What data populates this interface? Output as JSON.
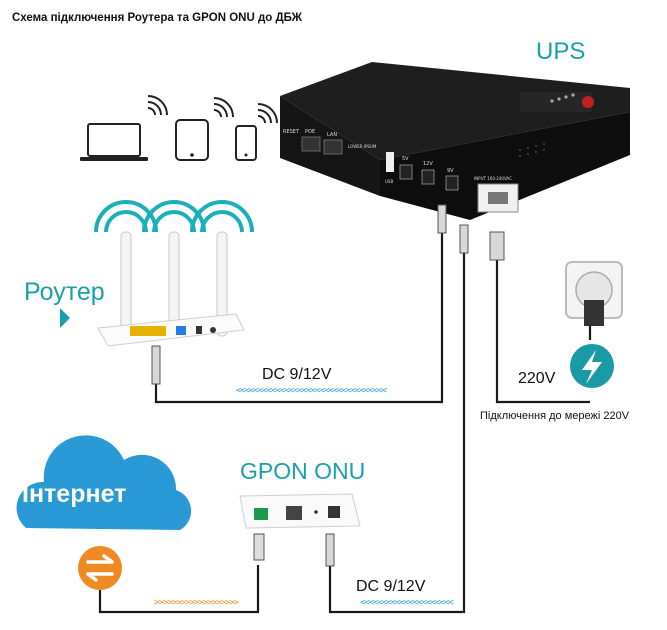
{
  "title": "Схема підключення Роутера та GPON ONU до ДБЖ",
  "ups": {
    "label": "UPS",
    "ports": {
      "reset": "RESET",
      "poe": "POE",
      "lan": "LAN",
      "poe_mode": "LOWER IPSUM",
      "usb": "USB",
      "v5": "5V",
      "v12": "12V",
      "v9": "9V",
      "input": "INPUT 100-240VAC"
    }
  },
  "router": {
    "label": "Роутер"
  },
  "gpon": {
    "label": "GPON ONU"
  },
  "internet": {
    "label": "Інтернет"
  },
  "cables": {
    "router_dc": "DC 9/12V",
    "router_arrows": "<<<<<<<<<<<<<<<<<<<<<<<<<<<<<<<<<<",
    "gpon_dc": "DC 9/12V",
    "gpon_arrows": "<<<<<<<<<<<<<<<<<<<<<",
    "internet_arrows": ">>>>>>>>>>>>>>>>>>>"
  },
  "mains": {
    "voltage": "220V",
    "note": "Підключення до мережі 220V"
  },
  "colors": {
    "accent": "#1aa0a8",
    "arrow_blue": "#2a9ad6",
    "arrow_orange": "#f08a24",
    "cloud": "#2a9ad6",
    "bolt": "#1a9aa5"
  }
}
